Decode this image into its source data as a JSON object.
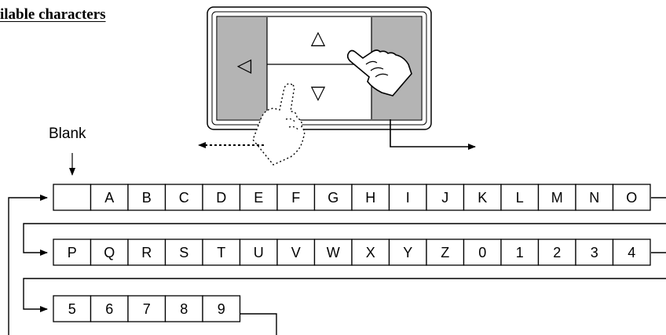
{
  "heading": "ilable characters",
  "blank_label": "Blank",
  "display": {
    "up_arrow": "△",
    "down_arrow": "▽",
    "left_arrow": "◁"
  },
  "rows": [
    [
      "",
      "A",
      "B",
      "C",
      "D",
      "E",
      "F",
      "G",
      "H",
      "I",
      "J",
      "K",
      "L",
      "M",
      "N",
      "O"
    ],
    [
      "P",
      "Q",
      "R",
      "S",
      "T",
      "U",
      "V",
      "W",
      "X",
      "Y",
      "Z",
      "0",
      "1",
      "2",
      "3",
      "4"
    ],
    [
      "5",
      "6",
      "7",
      "8",
      "9"
    ]
  ],
  "colors": {
    "panel_gray": "#b4b4b4",
    "line": "#000000"
  }
}
